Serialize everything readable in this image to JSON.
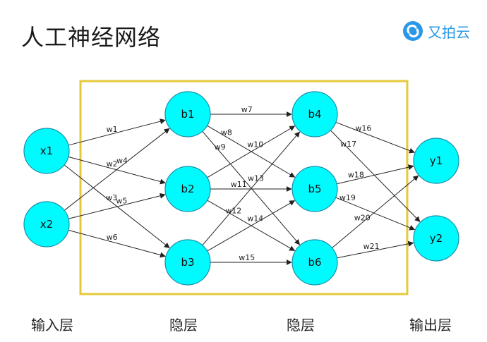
{
  "title": "人工神经网络",
  "logo": {
    "text": "又拍云",
    "icon": "upyun-logo-icon",
    "color": "#2a97e8"
  },
  "colors": {
    "node_fill": "#00fbff",
    "node_stroke": "#1a8fa8",
    "box_border": "#e6c93b",
    "edge": "#222222"
  },
  "layers": {
    "input": "输入层",
    "hidden1": "隐层",
    "hidden2": "隐层",
    "output": "输出层"
  },
  "nodes": [
    {
      "id": "x1",
      "label": "x1"
    },
    {
      "id": "x2",
      "label": "x2"
    },
    {
      "id": "b1",
      "label": "b1"
    },
    {
      "id": "b2",
      "label": "b2"
    },
    {
      "id": "b3",
      "label": "b3"
    },
    {
      "id": "b4",
      "label": "b4"
    },
    {
      "id": "b5",
      "label": "b5"
    },
    {
      "id": "b6",
      "label": "b6"
    },
    {
      "id": "y1",
      "label": "y1"
    },
    {
      "id": "y2",
      "label": "y2"
    }
  ],
  "edges": [
    {
      "from": "x1",
      "to": "b1",
      "label": "w1"
    },
    {
      "from": "x1",
      "to": "b2",
      "label": "w2"
    },
    {
      "from": "x1",
      "to": "b3",
      "label": "w3"
    },
    {
      "from": "x2",
      "to": "b1",
      "label": "w4"
    },
    {
      "from": "x2",
      "to": "b2",
      "label": "w5"
    },
    {
      "from": "x2",
      "to": "b3",
      "label": "w6"
    },
    {
      "from": "b1",
      "to": "b4",
      "label": "w7"
    },
    {
      "from": "b1",
      "to": "b5",
      "label": "w8"
    },
    {
      "from": "b1",
      "to": "b6",
      "label": "w9"
    },
    {
      "from": "b2",
      "to": "b4",
      "label": "w10"
    },
    {
      "from": "b2",
      "to": "b5",
      "label": "w11"
    },
    {
      "from": "b2",
      "to": "b6",
      "label": "w12"
    },
    {
      "from": "b3",
      "to": "b4",
      "label": "w13"
    },
    {
      "from": "b3",
      "to": "b5",
      "label": "w14"
    },
    {
      "from": "b3",
      "to": "b6",
      "label": "w15"
    },
    {
      "from": "b4",
      "to": "y1",
      "label": "w16"
    },
    {
      "from": "b4",
      "to": "y2",
      "label": "w17"
    },
    {
      "from": "b5",
      "to": "y1",
      "label": "w18"
    },
    {
      "from": "b5",
      "to": "y2",
      "label": "w19"
    },
    {
      "from": "b6",
      "to": "y1",
      "label": "w20"
    },
    {
      "from": "b6",
      "to": "y2",
      "label": "w21"
    }
  ]
}
